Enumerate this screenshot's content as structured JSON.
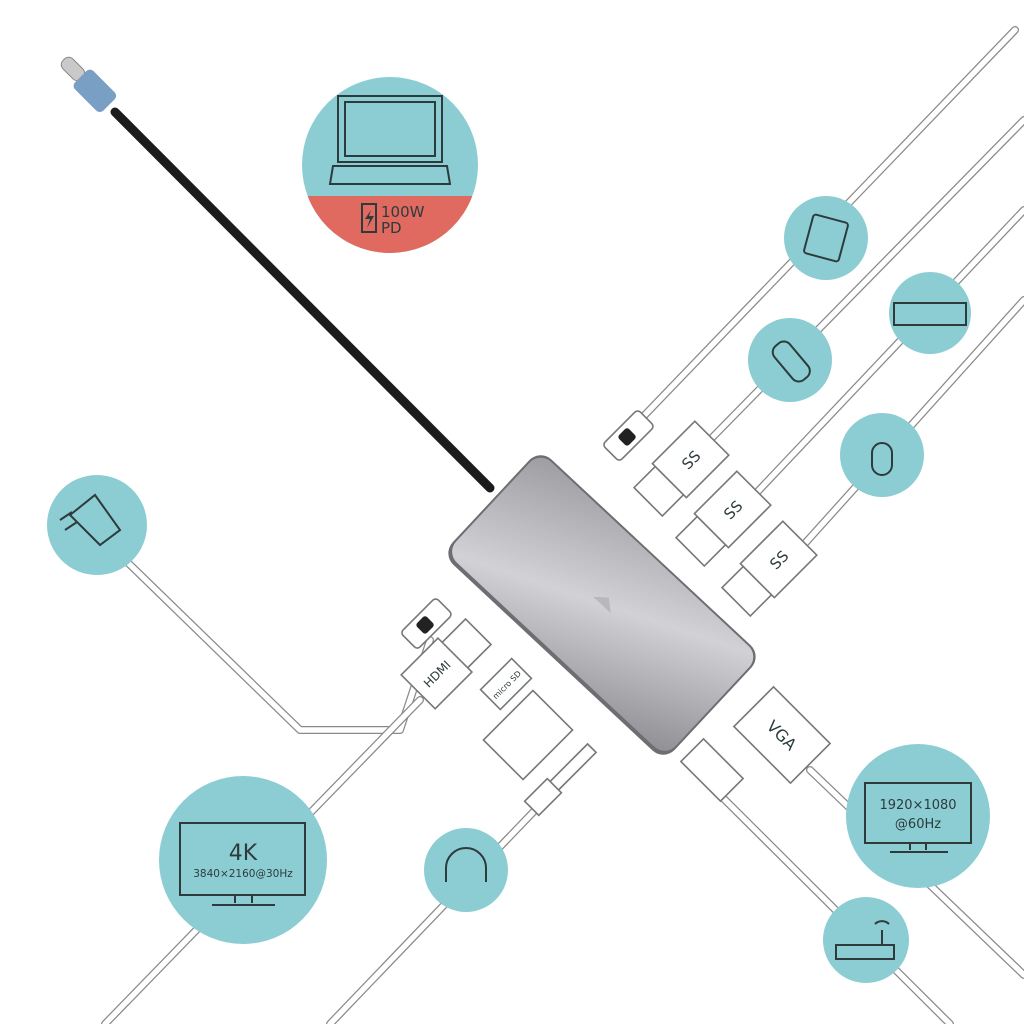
{
  "colors": {
    "circle": "#8bcdd3",
    "power_band": "#e06a5f",
    "hub": "#a7a6aa",
    "cable": "#1e1e1e",
    "plug": "#7a9fc4"
  },
  "laptop": {
    "power_line1": "100W",
    "power_line2": "PD"
  },
  "monitor_4k": {
    "title": "4K",
    "resolution": "3840×2160@30Hz"
  },
  "monitor_vga": {
    "line1": "1920×1080",
    "line2": "@60Hz"
  },
  "connectors": {
    "hdmi": "HDMI",
    "vga": "VGA",
    "usb_ss": "SS",
    "micro_sd": "micro SD"
  },
  "icons": [
    "laptop-icon",
    "battery-icon",
    "tablet-icon",
    "keyboard-icon",
    "usb-stick-icon",
    "mouse-icon",
    "power-plug-icon",
    "monitor-icon",
    "headphones-icon",
    "router-icon"
  ]
}
